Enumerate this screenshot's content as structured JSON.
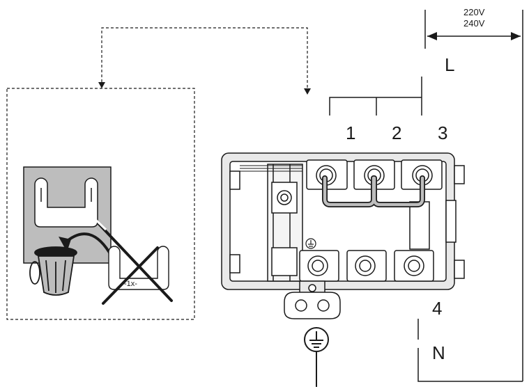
{
  "voltage": {
    "line1": "220V",
    "line2": "240V"
  },
  "phase_label": "L",
  "neutral_label": "N",
  "terminals": {
    "t1": "1",
    "t2": "2",
    "t3": "3",
    "t4": "4"
  },
  "bracket_note": "-1x-",
  "ground_icon": "earth-ground-icon",
  "trash_icon": "trash-bin-icon",
  "colors": {
    "ink": "#1a1a1a",
    "panel": "#bdbdbd",
    "housing": "#e9e9e9"
  }
}
